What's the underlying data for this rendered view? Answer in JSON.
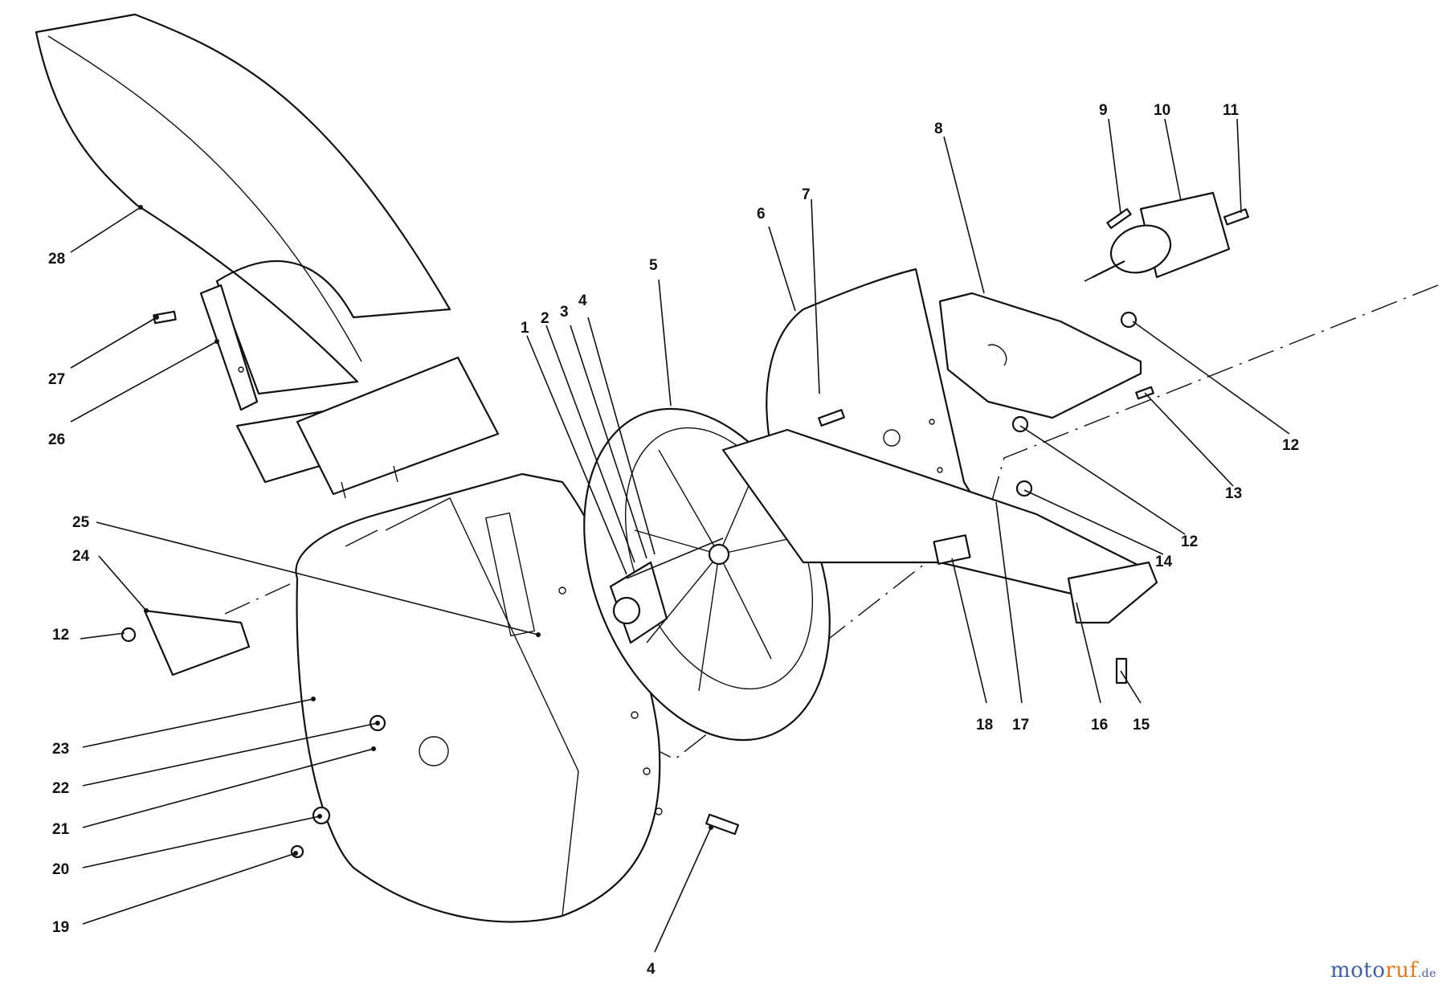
{
  "callouts": [
    {
      "id": "c1",
      "text": "1"
    },
    {
      "id": "c2",
      "text": "2"
    },
    {
      "id": "c3",
      "text": "3"
    },
    {
      "id": "c4a",
      "text": "4"
    },
    {
      "id": "c5",
      "text": "5"
    },
    {
      "id": "c6",
      "text": "6"
    },
    {
      "id": "c7",
      "text": "7"
    },
    {
      "id": "c8",
      "text": "8"
    },
    {
      "id": "c9",
      "text": "9"
    },
    {
      "id": "c10",
      "text": "10"
    },
    {
      "id": "c11",
      "text": "11"
    },
    {
      "id": "c12a",
      "text": "12"
    },
    {
      "id": "c12b",
      "text": "12"
    },
    {
      "id": "c12c",
      "text": "12"
    },
    {
      "id": "c13",
      "text": "13"
    },
    {
      "id": "c14",
      "text": "14"
    },
    {
      "id": "c15",
      "text": "15"
    },
    {
      "id": "c16",
      "text": "16"
    },
    {
      "id": "c17",
      "text": "17"
    },
    {
      "id": "c18",
      "text": "18"
    },
    {
      "id": "c19",
      "text": "19"
    },
    {
      "id": "c20",
      "text": "20"
    },
    {
      "id": "c21",
      "text": "21"
    },
    {
      "id": "c22",
      "text": "22"
    },
    {
      "id": "c23",
      "text": "23"
    },
    {
      "id": "c24",
      "text": "24"
    },
    {
      "id": "c25",
      "text": "25"
    },
    {
      "id": "c26",
      "text": "26"
    },
    {
      "id": "c27",
      "text": "27"
    },
    {
      "id": "c28",
      "text": "28"
    },
    {
      "id": "c4b",
      "text": "4"
    }
  ],
  "watermark": {
    "main": "moto",
    "accent": "ruf",
    "tld": ".de"
  }
}
